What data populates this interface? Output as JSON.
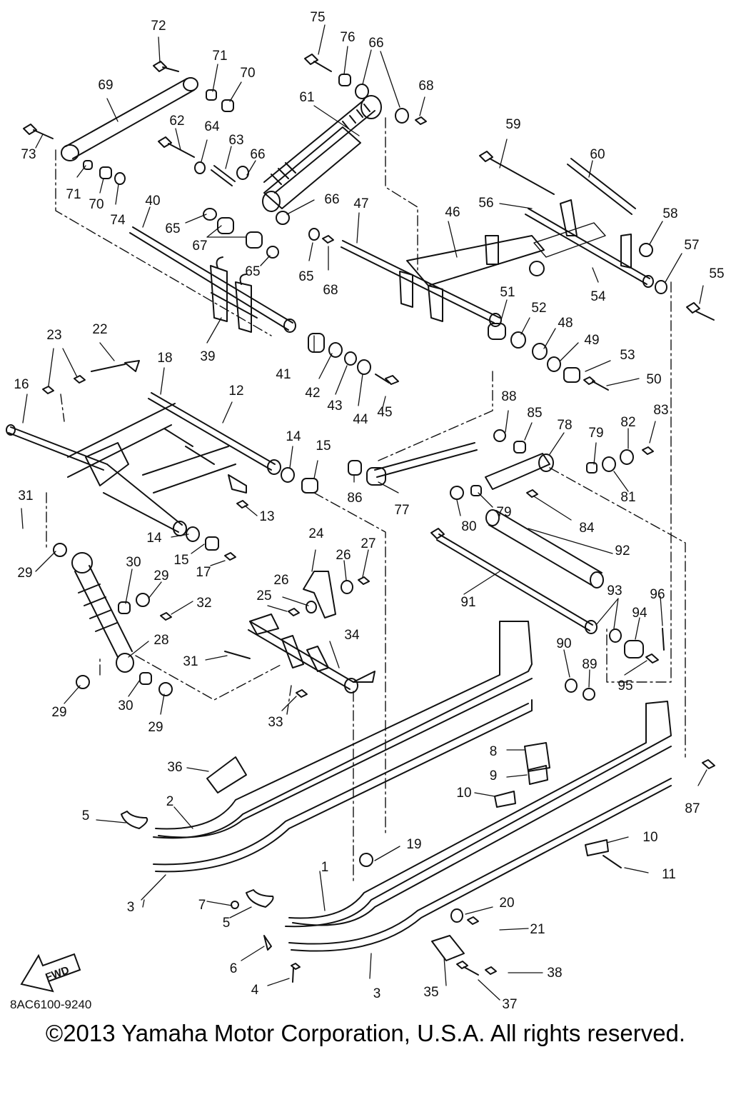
{
  "diagram_code": "8AC6100-9240",
  "copyright": "©2013 Yamaha Motor Corporation, U.S.A. All rights reserved.",
  "fwd_label": "FWD",
  "callouts": [
    "72",
    "75",
    "76",
    "66",
    "71",
    "70",
    "69",
    "68",
    "61",
    "62",
    "64",
    "63",
    "66",
    "73",
    "71",
    "70",
    "74",
    "40",
    "65",
    "67",
    "66",
    "65",
    "65",
    "68",
    "47",
    "46",
    "59",
    "60",
    "56",
    "58",
    "57",
    "55",
    "54",
    "51",
    "52",
    "48",
    "49",
    "53",
    "50",
    "39",
    "23",
    "22",
    "18",
    "12",
    "16",
    "41",
    "42",
    "43",
    "44",
    "45",
    "14",
    "15",
    "88",
    "85",
    "78",
    "79",
    "82",
    "83",
    "86",
    "77",
    "80",
    "79",
    "81",
    "84",
    "31",
    "13",
    "14",
    "15",
    "17",
    "24",
    "26",
    "27",
    "26",
    "25",
    "29",
    "30",
    "29",
    "32",
    "92",
    "91",
    "93",
    "96",
    "94",
    "95",
    "90",
    "89",
    "28",
    "34",
    "31",
    "33",
    "29",
    "30",
    "29",
    "8",
    "9",
    "36",
    "10",
    "87",
    "5",
    "2",
    "10",
    "11",
    "19",
    "3",
    "1",
    "7",
    "5",
    "20",
    "21",
    "6",
    "38",
    "4",
    "3",
    "35",
    "37"
  ]
}
